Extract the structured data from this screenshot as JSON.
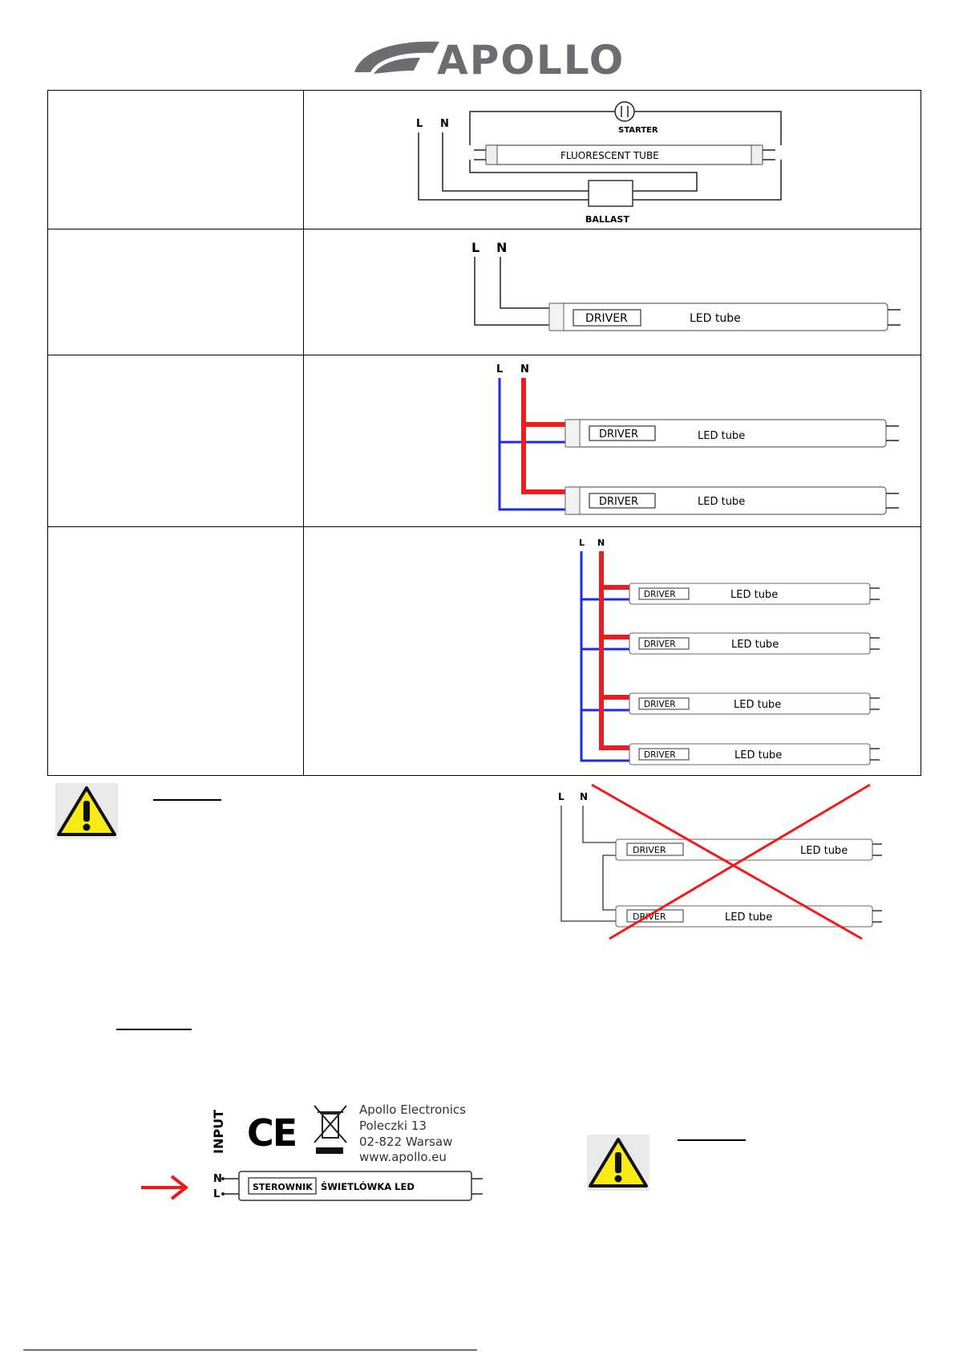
{
  "header": {
    "brand": "APOLLO"
  },
  "diagrams": {
    "fluorescent": {
      "L": "L",
      "N": "N",
      "starter": "STARTER",
      "tube": "FLUORESCENT TUBE",
      "ballast": "BALLAST"
    },
    "single": {
      "L": "L",
      "N": "N",
      "driver": "DRIVER",
      "tube": "LED tube"
    },
    "double": {
      "L": "L",
      "N": "N",
      "driver": "DRIVER",
      "tube": "LED tube"
    },
    "quad": {
      "L": "L",
      "N": "N",
      "driver": "DRIVER",
      "tube": "LED tube"
    },
    "wrong": {
      "L": "L",
      "N": "N",
      "driver": "DRIVER",
      "tube": "LED tube"
    }
  },
  "label": {
    "input": "INPUT",
    "ce": "CE",
    "company": [
      "Apollo Electronics",
      "Poleczki 13",
      "02-822 Warsaw",
      "www.apollo.eu"
    ],
    "N": "N",
    "L": "L",
    "driver": "STEROWNIK",
    "tube": "ŚWIETLÓWKA LED"
  },
  "colors": {
    "live": "#1a2ee0",
    "neutral": "#ee1c1c",
    "logo": "#6b6d70",
    "warning_fill": "#f7ea15"
  }
}
